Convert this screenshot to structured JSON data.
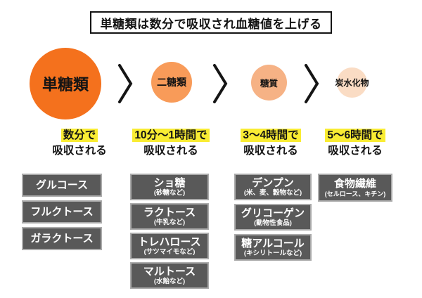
{
  "title": "単糖類は数分で吸収され血糖値を上げる",
  "colors": {
    "circle_1": "#F4711D",
    "circle_2": "#F89B59",
    "circle_3": "#F6B285",
    "circle_4": "#FADCC4",
    "highlight_yellow": "#F9EC33",
    "box_gray": "#595959",
    "box_border": "#ABABAB"
  },
  "columns": [
    {
      "circle_label": "単糖類",
      "time_highlight": "数分で",
      "time_line2": "吸収される",
      "items": [
        {
          "name": "グルコース"
        },
        {
          "name": "フルクトース"
        },
        {
          "name": "ガラクトース"
        }
      ]
    },
    {
      "circle_label": "二糖類",
      "time_highlight": "10分〜1時間で",
      "time_line2": "吸収される",
      "items": [
        {
          "name": "ショ糖",
          "note": "(砂糖など)"
        },
        {
          "name": "ラクトース",
          "note": "(牛乳など)"
        },
        {
          "name": "トレハロース",
          "note": "(サツマイモなど)"
        },
        {
          "name": "マルトース",
          "note": "(水飴など)"
        }
      ]
    },
    {
      "circle_label": "糖質",
      "time_highlight": "3〜4時間で",
      "time_line2": "吸収される",
      "items": [
        {
          "name": "デンプン",
          "note": "(米、麦、穀物など)"
        },
        {
          "name": "グリコーゲン",
          "note": "(動物性食品)"
        },
        {
          "name": "糖アルコール",
          "note": "(キシリトールなど)"
        }
      ]
    },
    {
      "circle_label": "炭水化物",
      "time_highlight": "5〜6時間で",
      "time_line2": "吸収される",
      "items": [
        {
          "name": "食物繊維",
          "note": "(セルロース、キチン)"
        }
      ]
    }
  ]
}
